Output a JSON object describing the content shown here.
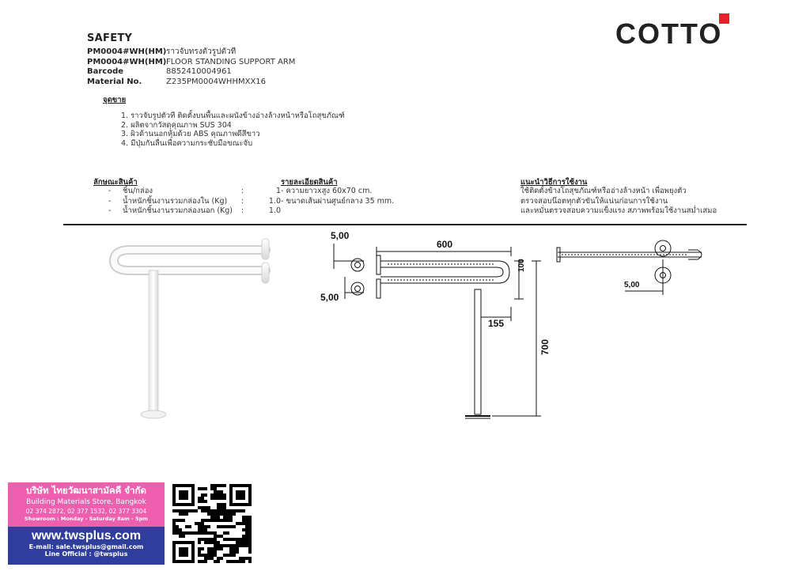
{
  "header": {
    "title": "SAFETY",
    "rows": [
      {
        "key": "PM0004#WH(HM)",
        "value": "ราวจับทรงตัวรูปตัวที"
      },
      {
        "key": "PM0004#WH(HM)",
        "value": "FLOOR STANDING SUPPORT ARM"
      },
      {
        "key": "Barcode",
        "value": "8852410004961"
      },
      {
        "key": "Material No.",
        "value": "Z235PM0004WHHMXX16"
      }
    ]
  },
  "brand": {
    "name": "COTTO",
    "accent_color": "#e8202b"
  },
  "selling": {
    "heading": "จุดขาย",
    "items": [
      "1. ราวจับรูปตัวที ติดตั้งบนพื้นและผนังข้างอ่างล้างหน้าหรือโถสุขภัณฑ์",
      "2. ผลิตจากวัสดุคุณภาพ SUS 304",
      "3. ผิวด้านนอกหุ้มด้วย ABS คุณภาพดีสีขาว",
      "4. มีปุ่มกันลื่นเพื่อความกระชับมือขณะจับ"
    ]
  },
  "specs": {
    "heading": "ลักษณะสินค้า",
    "rows": [
      {
        "dash": "-",
        "label": "ชิ้น/กล่อง",
        "colon": ":",
        "value": "1"
      },
      {
        "dash": "-",
        "label": "น้ำหนักชิ้นงานรวมกล่องใน (Kg)",
        "colon": ":",
        "value": "1.0"
      },
      {
        "dash": "-",
        "label": "น้ำหนักชิ้นงานรวมกล่องนอก (Kg)",
        "colon": ":",
        "value": "1.0"
      }
    ]
  },
  "details": {
    "heading": "รายละเอียดสินค้า",
    "items": [
      "- ความยาวxสูง 60x70 cm.",
      "- ขนาดเส้นผ่านศูนย์กลาง 35 mm."
    ]
  },
  "usage": {
    "heading": "แนะนำวิธีการใช้งาน",
    "lines": [
      "ใช้ติดตั้งข้างโถสุขภัณฑ์หรืออ่างล้างหน้า เพื่อพยุงตัว",
      "ตรวจสอบน๊อตทุกตัวขันให้แน่นก่อนการใช้งาน",
      "และหมั่นตรวจสอบความแข็งแรง สภาพพร้อมใช้งานสม่ำเสมอ"
    ]
  },
  "drawing": {
    "dims": {
      "d600": "600",
      "d100": "100",
      "d155": "155",
      "d700": "700",
      "d5a": "5,00",
      "d5b": "5,00",
      "d5c": "5,00"
    }
  },
  "footer": {
    "company": "บริษัท ไทยวัฒนาสามัคคี จำกัด",
    "subtitle": "Building Materials Store, Bangkok",
    "phones": "02 374 2872, 02 377 1532, 02 377 3304",
    "showroom": "Showroom : Monday - Saturday 8am - 5pm",
    "website": "www.twsplus.com",
    "email": "E-mail: sale.twsplus@gmail.com",
    "line": "Line Official : @twsplus",
    "pink": "#ef5fb0",
    "blue": "#2f3d9c"
  }
}
